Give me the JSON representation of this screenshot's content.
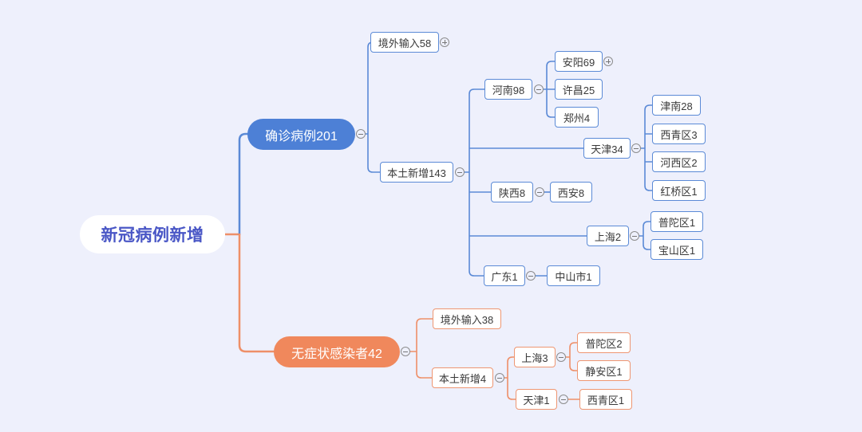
{
  "mindmap": {
    "root": "新冠病例新增",
    "confirmed": {
      "label": "确诊病例201",
      "imported": "境外输入58",
      "local": {
        "label": "本土新增143",
        "regions": [
          {
            "label": "河南98",
            "children": [
              "安阳69",
              "许昌25",
              "郑州4"
            ]
          },
          {
            "label": "天津34",
            "children": [
              "津南28",
              "西青区3",
              "河西区2",
              "红桥区1"
            ]
          },
          {
            "label": "陕西8",
            "children": [
              "西安8"
            ]
          },
          {
            "label": "上海2",
            "children": [
              "普陀区1",
              "宝山区1"
            ]
          },
          {
            "label": "广东1",
            "children": [
              "中山市1"
            ]
          }
        ]
      }
    },
    "asymptomatic": {
      "label": "无症状感染者42",
      "imported": "境外输入38",
      "local": {
        "label": "本土新增4",
        "regions": [
          {
            "label": "上海3",
            "children": [
              "普陀区2",
              "静安区1"
            ]
          },
          {
            "label": "天津1",
            "children": [
              "西青区1"
            ]
          }
        ]
      }
    }
  },
  "colors": {
    "background": "#eef0fc",
    "root_text": "#4a57c6",
    "confirmed": "#4d80d6",
    "confirmed_line": "#5b8ad6",
    "asymptomatic": "#f0885c",
    "asymptomatic_line": "#ee9672"
  },
  "icons": {
    "expand": "plus-circle-icon",
    "collapse": "minus-circle-icon"
  }
}
